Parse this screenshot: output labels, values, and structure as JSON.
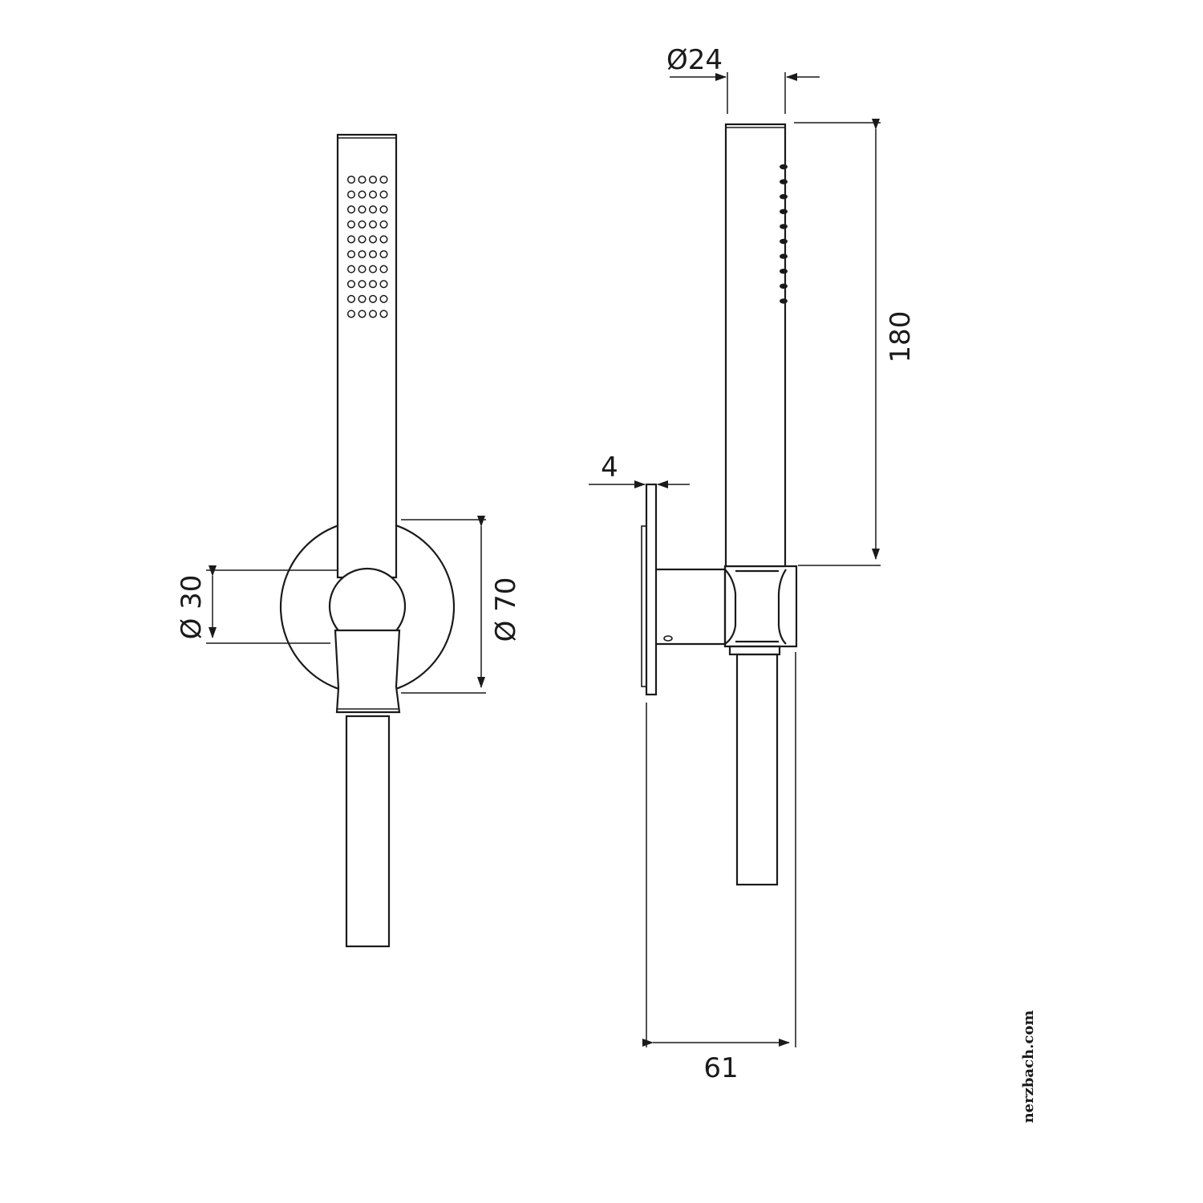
{
  "drawing": {
    "dimensions": {
      "handle_diameter": "Ø24",
      "handle_length": "180",
      "plate_thickness": "4",
      "projection": "61",
      "holder_diameter": "Ø 30",
      "rosette_diameter": "Ø 70"
    },
    "watermark": "nerzbach.com"
  },
  "colors": {
    "line": "#1a1a1a",
    "background": "#ffffff"
  }
}
